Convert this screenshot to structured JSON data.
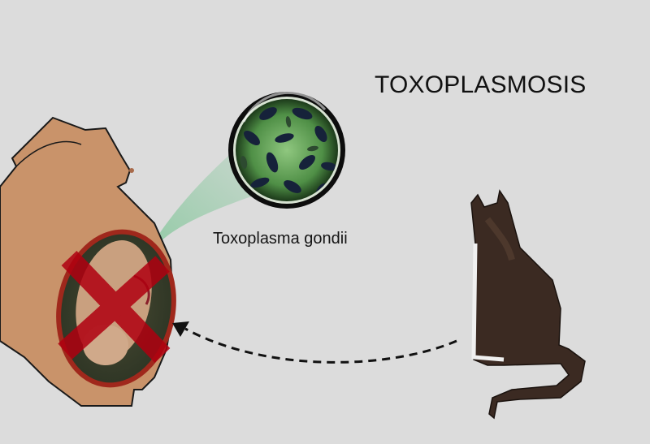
{
  "diagram": {
    "title": "TOXOPLASMOSIS",
    "parasite_label": "Toxoplasma gondii",
    "elements": {
      "pregnant_woman": "pregnant-woman-illustration",
      "fetus_crossed_out": "red-x-over-fetus",
      "microscope_view": "parasite-magnified-circle",
      "cat": "sitting-cat-illustration",
      "arrow": "dashed-arrow-cat-to-fetus"
    },
    "colors": {
      "background": "#dcdcdc",
      "skin": "#c9936a",
      "cross": "#b00010",
      "parasite_green": "#3c7a3c",
      "beam_green": "#7fbf96",
      "cat_brown": "#3b2a22"
    }
  }
}
